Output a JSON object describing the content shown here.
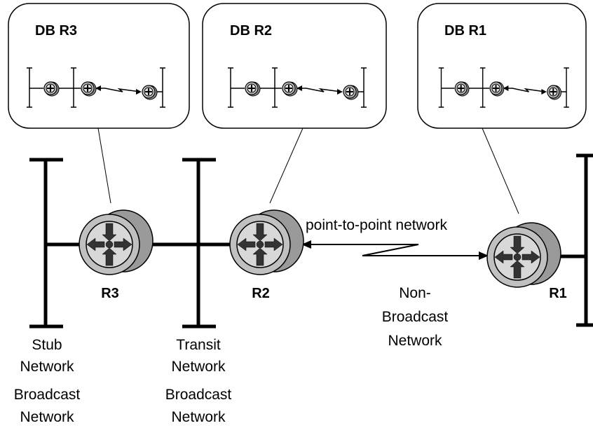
{
  "databases": [
    {
      "title": "DB R3"
    },
    {
      "title": "DB R2"
    },
    {
      "title": "DB R1"
    }
  ],
  "routers": [
    {
      "label": "R3"
    },
    {
      "label": "R2"
    },
    {
      "label": "R1"
    }
  ],
  "links": {
    "point_to_point": "point-to-point network",
    "non_broadcast": [
      "Non-",
      "Broadcast",
      "Network"
    ]
  },
  "networks": {
    "stub": {
      "line1": "Stub",
      "line2": "Network",
      "line3": "Broadcast",
      "line4": "Network"
    },
    "transit": {
      "line1": "Transit",
      "line2": "Network",
      "line3": "Broadcast",
      "line4": "Network"
    }
  },
  "colors": {
    "router_face": "#c0c0c0",
    "router_back": "#9a9a9a",
    "arrow": "#333333",
    "line": "#000000"
  }
}
